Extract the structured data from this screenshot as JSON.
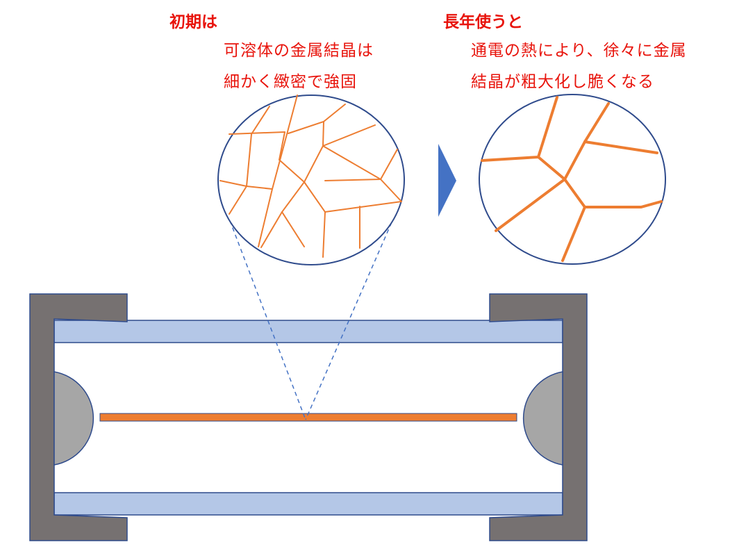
{
  "initial": {
    "heading": "初期は",
    "line1": "可溶体の金属結晶は",
    "line2": "細かく緻密で強固"
  },
  "aged": {
    "heading": "長年使うと",
    "line1": "通電の熱により、徐々に金属",
    "line2": "結晶が粗大化し脆くなる"
  },
  "colors": {
    "text": "#e8140c",
    "grain_line": "#ed7d31",
    "circle_outline": "#2f4b8c",
    "tube": "#b4c7e7",
    "tube_outline": "#2f4b8c",
    "cap": "#767171",
    "solder": "#a6a6a6",
    "arrow": "#4472c4"
  }
}
